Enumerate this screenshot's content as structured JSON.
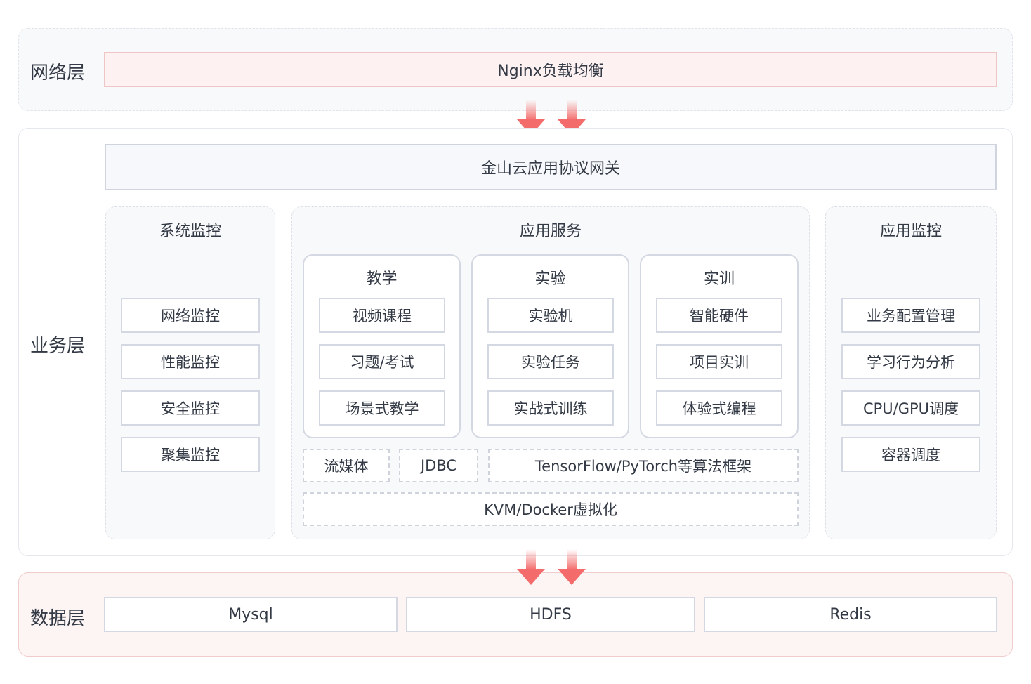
{
  "layers": {
    "network": {
      "label": "网络层",
      "nginx": "Nginx负载均衡"
    },
    "business": {
      "label": "业务层",
      "gateway": "金山云应用协议网关",
      "system_monitor": {
        "title": "系统监控",
        "items": [
          "网络监控",
          "性能监控",
          "安全监控",
          "聚集监控"
        ]
      },
      "app_service": {
        "title": "应用服务",
        "groups": [
          {
            "title": "教学",
            "items": [
              "视频课程",
              "习题/考试",
              "场景式教学"
            ]
          },
          {
            "title": "实验",
            "items": [
              "实验机",
              "实验任务",
              "实战式训练"
            ]
          },
          {
            "title": "实训",
            "items": [
              "智能硬件",
              "项目实训",
              "体验式编程"
            ]
          }
        ],
        "infra": [
          "流媒体",
          "JDBC",
          "TensorFlow/PyTorch等算法框架"
        ],
        "virtualization": "KVM/Docker虚拟化"
      },
      "app_monitor": {
        "title": "应用监控",
        "items": [
          "业务配置管理",
          "学习行为分析",
          "CPU/GPU调度",
          "容器调度"
        ]
      }
    },
    "data": {
      "label": "数据层",
      "stores": [
        "Mysql",
        "HDFS",
        "Redis"
      ]
    }
  },
  "colors": {
    "arrow": "#f36b6b",
    "pink_border": "#efc6c6",
    "gray_border": "#d4d8e2"
  }
}
